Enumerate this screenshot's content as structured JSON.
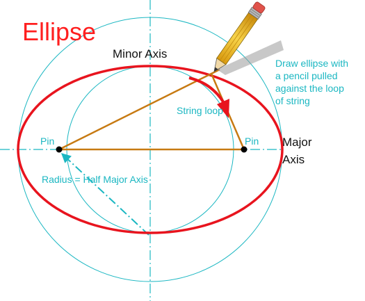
{
  "title": "Ellipse",
  "labels": {
    "minor_axis": "Minor Axis",
    "major_axis_line1": "Major",
    "major_axis_line2": "Axis",
    "string_loop": "String loop",
    "pin_left": "Pin",
    "pin_right": "Pin",
    "radius": "Radius = Half Major Axis",
    "note_line1": "Draw ellipse with",
    "note_line2": "a pencil pulled",
    "note_line3": "against the loop",
    "note_line4": "of string"
  },
  "colors": {
    "title": "#ff1f1f",
    "ellipse": "#e8141e",
    "construction": "#1bb7c2",
    "string": "#c77a12",
    "pin": "#000000",
    "pencil_body": "#f2c11e",
    "pencil_eraser": "#e0524a",
    "arrow": "#e8141e"
  },
  "icons": {
    "pencil": "pencil-icon",
    "arrow": "curved-arrow-icon"
  }
}
